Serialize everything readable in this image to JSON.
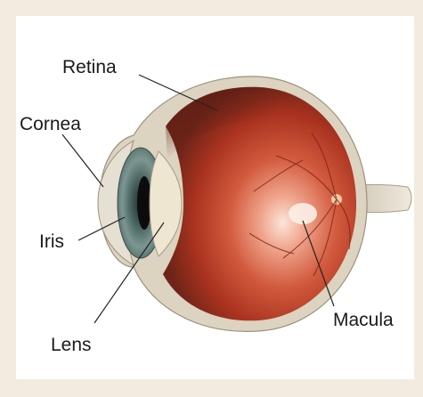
{
  "labels": {
    "retina": "Retina",
    "cornea": "Cornea",
    "iris": "Iris",
    "lens": "Lens",
    "macula": "Macula"
  }
}
